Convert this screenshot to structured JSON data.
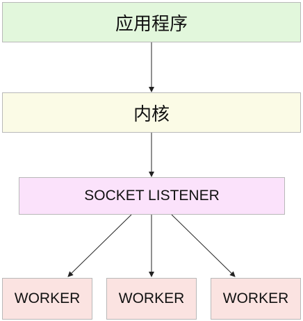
{
  "nodes": {
    "app": "应用程序",
    "kernel": "内核",
    "listener": "SOCKET LISTENER",
    "workers": [
      "WORKER",
      "WORKER",
      "WORKER"
    ]
  },
  "colors": {
    "app_fill": "#e2f7dc",
    "kernel_fill": "#fbfbe6",
    "listener_fill": "#fbe2fb",
    "worker_fill": "#fbe3e1",
    "border": "#b8b8b8",
    "arrow": "#222222"
  },
  "edges": [
    {
      "from": "app",
      "to": "kernel"
    },
    {
      "from": "kernel",
      "to": "listener"
    },
    {
      "from": "listener",
      "to": "worker-1"
    },
    {
      "from": "listener",
      "to": "worker-2"
    },
    {
      "from": "listener",
      "to": "worker-3"
    }
  ]
}
